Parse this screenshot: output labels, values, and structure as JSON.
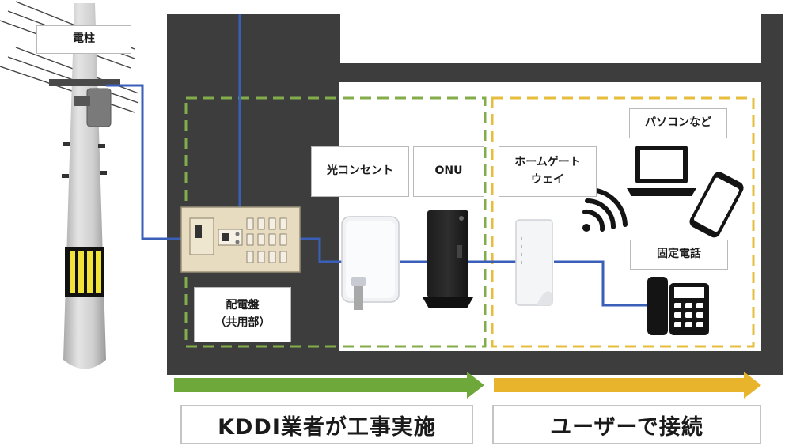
{
  "labels": {
    "pole": "電柱",
    "panel_line1": "配電盤",
    "panel_line2": "（共用部）",
    "optical_outlet": "光コンセント",
    "onu": "ONU",
    "gateway_line1": "ホームゲート",
    "gateway_line2": "ウェイ",
    "pc": "パソコンなど",
    "phone": "固定電話"
  },
  "arrows": {
    "kddi": "KDDI業者が工事実施",
    "user": "ユーザーで接続"
  },
  "colors": {
    "building_dark": "#3c3c3c",
    "cable_blue": "#3a5fb8",
    "kddi_green": "#6ea83a",
    "zone_green": "#83ad4a",
    "user_yellow": "#e8b42c",
    "zone_yellow": "#e6bd3c",
    "pole_marker": "#f2e33a"
  },
  "icons": {
    "wifi": "wifi-signal-icon",
    "laptop": "laptop-icon",
    "smartphone": "smartphone-icon",
    "telephone": "telephone-icon"
  }
}
